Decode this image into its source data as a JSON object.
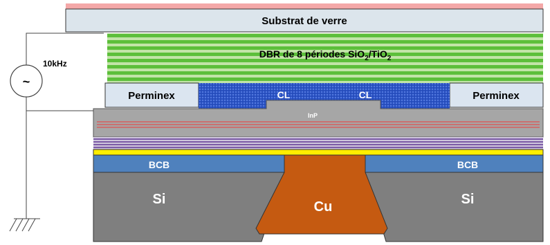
{
  "diagram": {
    "labels": {
      "substrate": "Substrat de verre",
      "dbr_prefix": "DBR de 8 périodes SiO",
      "dbr_sub1": "2",
      "dbr_mid": "/TiO",
      "dbr_sub2": "2",
      "perminex_left": "Perminex",
      "perminex_right": "Perminex",
      "cl_left": "CL",
      "cl_right": "CL",
      "inp": "InP",
      "bcb_left": "BCB",
      "bcb_right": "BCB",
      "si_left": "Si",
      "si_right": "Si",
      "cu": "Cu",
      "frequency": "10kHz",
      "source_symbol": "~"
    },
    "colors": {
      "pink_strip": "#f4a8a8",
      "substrate": "#dce5ec",
      "dbr_green": "#5cbf3a",
      "dbr_light": "#c2e4a8",
      "perminex": "#dbe5f0",
      "cl_blue": "#2a52c4",
      "inp_gray": "#a6a6a6",
      "red_lines": "#e05050",
      "purple_layers": "#7b5aa6",
      "yellow": "#ffee00",
      "bcb_blue": "#4f81bd",
      "si_gray": "#7f7f7f",
      "cu_orange": "#c55a11"
    },
    "dbr_periods": 8
  }
}
